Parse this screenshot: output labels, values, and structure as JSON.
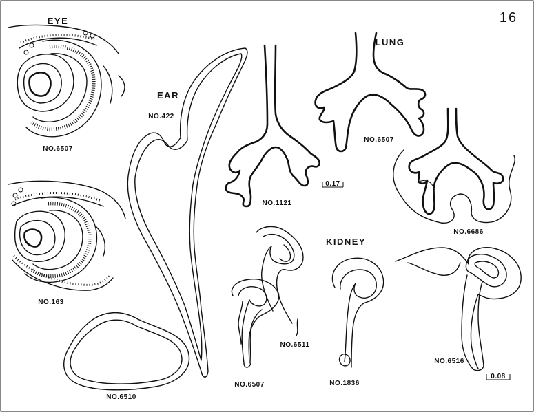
{
  "plate_number": "16",
  "labels": {
    "eye": "EYE",
    "ear": "EAR",
    "lung": "LUNG",
    "kidney": "KIDNEY"
  },
  "specimens": {
    "eye_top": "NO.6507",
    "eye_bottom": "NO.163",
    "blob": "NO.6510",
    "ear": "NO.422",
    "lung_left": "NO.1121",
    "lung_mid": "NO.6507",
    "lung_right": "NO.6686",
    "kidney_1": "NO.6507",
    "kidney_2": "NO.6511",
    "kidney_3": "NO.1836",
    "kidney_4": "NO.6516"
  },
  "scales": {
    "lung": "0.17",
    "kidney": "0.08"
  }
}
